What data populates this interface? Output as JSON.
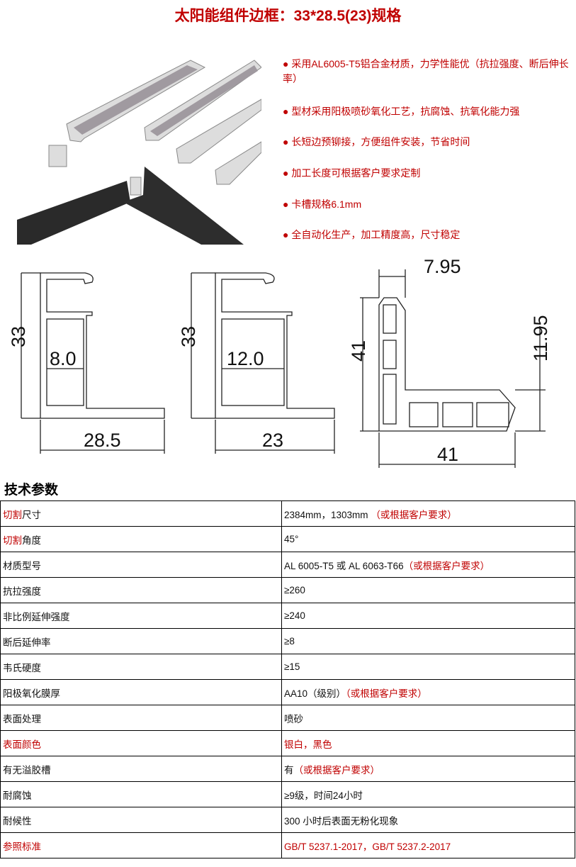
{
  "title": "太阳能组件边框：33*28.5(23)规格",
  "features": [
    "● 采用AL6005-T5铝合金材质，力学性能优（抗拉强度、断后伸长率）",
    "● 型材采用阳极喷砂氧化工艺，抗腐蚀、抗氧化能力强",
    "● 长短边预铆接，方便组件安装，节省时间",
    "● 加工长度可根据客户要求定制",
    "● 卡槽规格6.1mm",
    "● 全自动化生产，加工精度高，尺寸稳定"
  ],
  "drawings": {
    "p1": {
      "height": "33",
      "inner": "8.0",
      "width": "28.5"
    },
    "p2": {
      "height": "33",
      "inner": "12.0",
      "width": "23"
    },
    "corner": {
      "top": "7.95",
      "left": "41",
      "right": "11.95",
      "bottom": "41"
    }
  },
  "section_title": "技术参数",
  "specs": [
    {
      "k": "切割",
      "k2": "尺寸",
      "v": "2384mm，1303mm ",
      "v2": "（或根据客户要求）"
    },
    {
      "k": "切割",
      "k2": "角度",
      "v": "45°",
      "v2": ""
    },
    {
      "k": "",
      "k2": "材质型号",
      "v": "AL 6005-T5 或 AL 6063-T66",
      "v2": "（或根据客户要求）"
    },
    {
      "k": "",
      "k2": "抗拉强度",
      "v": "≥260",
      "v2": ""
    },
    {
      "k": "",
      "k2": "非比例延伸强度",
      "v": "≥240",
      "v2": ""
    },
    {
      "k": "",
      "k2": "断后延伸率",
      "v": "≥8",
      "v2": ""
    },
    {
      "k": "",
      "k2": "韦氏硬度",
      "v": "≥15",
      "v2": ""
    },
    {
      "k": "",
      "k2": "阳极氧化膜厚",
      "v": "AA10（级别）",
      "v2": "（或根据客户要求）"
    },
    {
      "k": "",
      "k2": "表面处理",
      "v": "喷砂",
      "v2": ""
    },
    {
      "k": "表面颜色",
      "k2": "",
      "v": "",
      "v2": "银白，黑色"
    },
    {
      "k": "",
      "k2": "有无溢胶槽",
      "v": "有",
      "v2": "（或根据客户要求）"
    },
    {
      "k": "",
      "k2": "耐腐蚀",
      "v": "≥9级，时间24小时",
      "v2": ""
    },
    {
      "k": "",
      "k2": "耐候性",
      "v": "300 小时后表面无粉化现象",
      "v2": ""
    },
    {
      "k": "参照标准",
      "k2": "",
      "v": "",
      "v2": "GB/T 5237.1-2017，GB/T 5237.2-2017"
    }
  ]
}
